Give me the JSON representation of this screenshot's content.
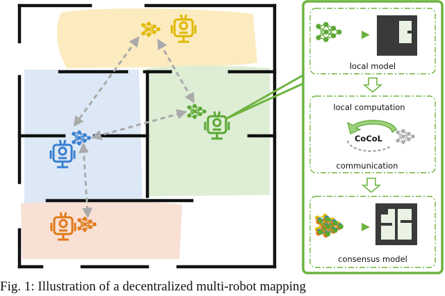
{
  "figure": {
    "panels": {
      "local_model_label": "local model",
      "local_computation_label": "local computation",
      "cocol_label": "CoCoL",
      "communication_label": "communication",
      "consensus_model_label": "consensus model"
    },
    "robots": [
      {
        "name": "yellow-robot",
        "color": "#e0b800"
      },
      {
        "name": "green-robot",
        "color": "#5aa832"
      },
      {
        "name": "blue-robot",
        "color": "#3a7fd0"
      },
      {
        "name": "orange-robot",
        "color": "#e07a1a"
      }
    ],
    "colors": {
      "yellow_region": "#fbe9b8",
      "green_region": "#dcedd3",
      "blue_region": "#d8e5f5",
      "orange_region": "#f7ddd0",
      "wall": "#111111",
      "panel_border": "#6db33f",
      "arrow_gray": "#aaaaaa",
      "map_dark": "#3a3a3a"
    }
  },
  "caption": {
    "text": "Fig. 1: Illustration of a decentralized multi-robot mapping"
  }
}
